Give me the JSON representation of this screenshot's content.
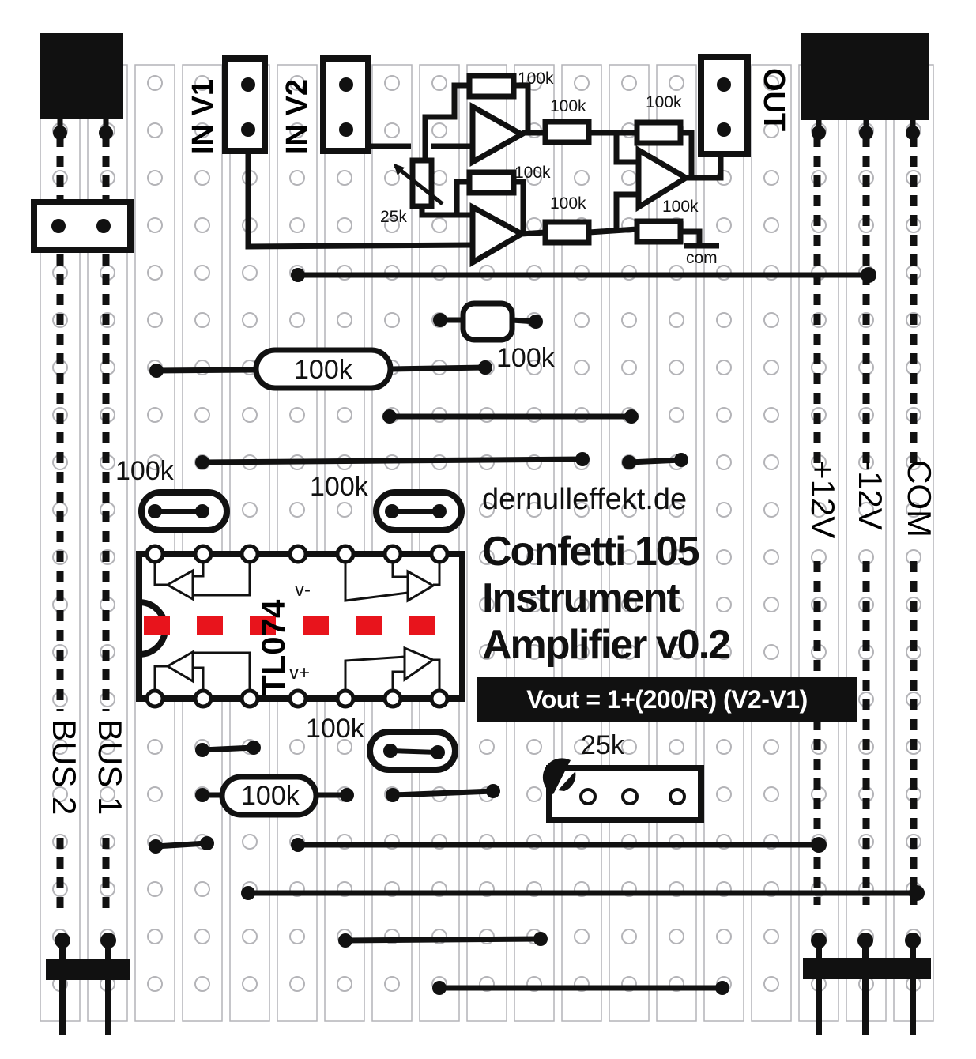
{
  "title": {
    "site": "dernulleffekt.de",
    "line1": "Confetti 105",
    "line2": "Instrument",
    "line3": "Amplifier v0.2",
    "formula": "Vout = 1+(200/R) (V2-V1)"
  },
  "connectors": {
    "in_v1": "IN V1",
    "in_v2": "IN V2",
    "out": "OUT",
    "bus1": "BUS 1",
    "bus2": "BUS 2",
    "plus12": "+12V",
    "minus12": "-12V",
    "com": "COM"
  },
  "schematic": {
    "r_feedback_top": "100k",
    "r_feedback_bottom": "100k",
    "r_diff_in_top": "100k",
    "r_diff_in_bottom": "100k",
    "r_diff_feedback": "100k",
    "r_diff_ground": "100k",
    "gain_pot": "25k",
    "ground_label": "com"
  },
  "ic": {
    "name": "TL074",
    "vminus": "v-",
    "vplus": "v+"
  },
  "components": {
    "r1": "100k",
    "r2": "100k",
    "r3": "100k",
    "r4": "100k",
    "r5": "100k",
    "r6": "100k",
    "trimmer": "25k"
  },
  "colors": {
    "trace": "#111111",
    "strip": "#b4b4b8",
    "cut": "#e8141c"
  }
}
